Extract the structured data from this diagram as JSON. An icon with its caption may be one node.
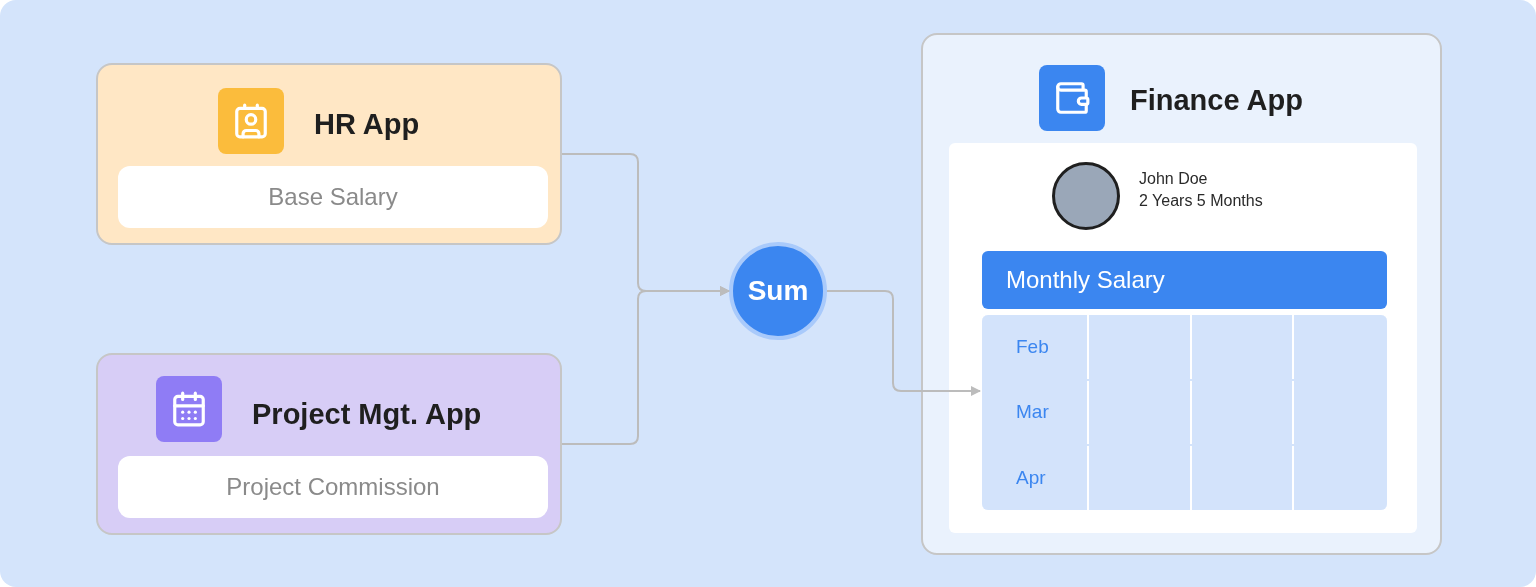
{
  "diagram": {
    "nodes": [
      {
        "text": [
          "HR App"
        ]
      },
      {
        "text": [
          "Base Salary"
        ],
        "in": 0
      },
      {
        "text": [
          "Project Mgt. App"
        ]
      },
      {
        "text": [
          "Project Commission"
        ],
        "in": 2
      },
      {
        "text": [
          "Sum"
        ]
      },
      {
        "text": [
          "Finance App"
        ]
      },
      {
        "text": [
          "Monthly Salary"
        ],
        "in": 5
      }
    ],
    "edges": [
      {
        "from": 0,
        "to": 4,
        "arrow": "to"
      },
      {
        "from": 2,
        "to": 4,
        "arrow": "to"
      },
      {
        "from": 4,
        "to": 6,
        "arrow": "to"
      }
    ],
    "labels": [
      "John Doe",
      "2 Years 5 Months",
      "Feb",
      "Mar",
      "Apr"
    ]
  }
}
